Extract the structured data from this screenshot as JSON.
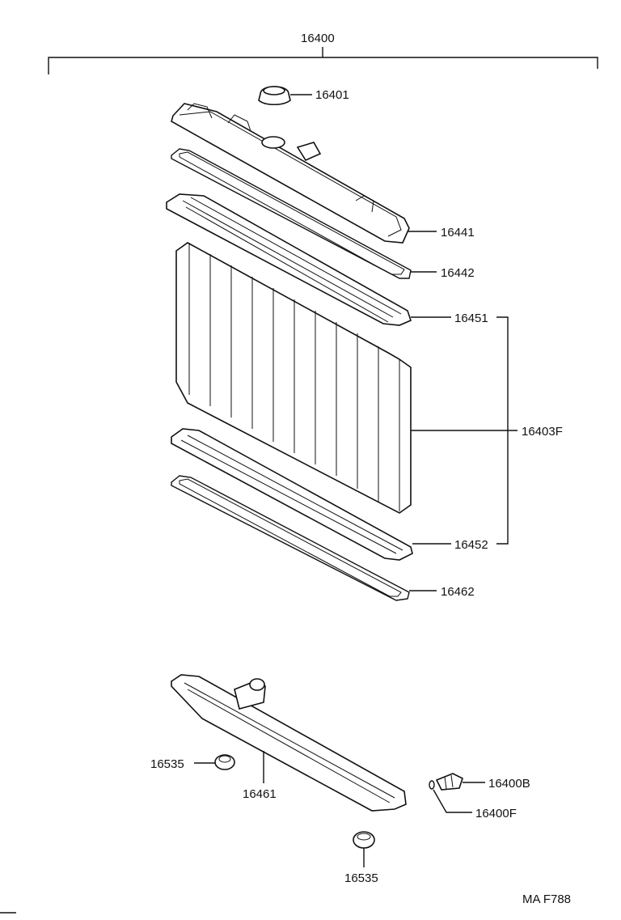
{
  "diagram": {
    "assembly_label": "16400",
    "figure_code": "MA F788",
    "parts": {
      "cap": "16401",
      "upper_tank": "16441",
      "upper_gasket": "16442",
      "upper_plate": "16451",
      "core_assembly": "16403F",
      "lower_plate": "16452",
      "lower_gasket": "16462",
      "lower_tank": "16461",
      "cushion_left": "16535",
      "cushion_bottom": "16535",
      "drain_cock": "16400B",
      "drain_oring": "16400F"
    }
  }
}
